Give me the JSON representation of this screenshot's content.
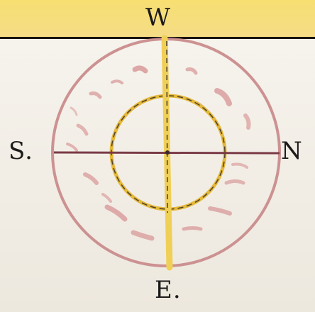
{
  "compass": {
    "north": "N",
    "south": "S.",
    "east": "E.",
    "west": "W"
  },
  "colors": {
    "outer_circle": "#c98c8c",
    "inner_circle": "#e4b83a",
    "north_south_line": "#7a3a46",
    "east_west_line": "#f0cf57",
    "dashed_line": "#2b2323",
    "speckles": "#d89a9a",
    "top_band": "#f6de7a"
  }
}
